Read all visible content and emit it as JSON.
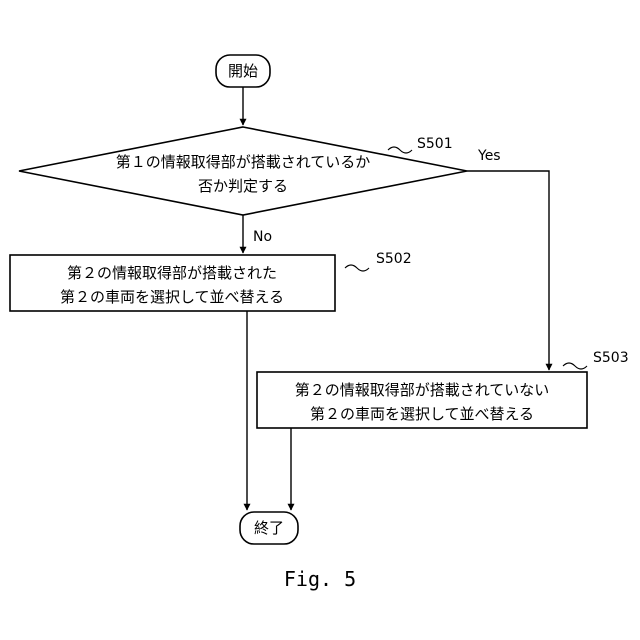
{
  "flowchart": {
    "start": "開始",
    "decision": {
      "line1": "第１の情報取得部が搭載されているか",
      "line2": "否か判定する",
      "ref": "S501"
    },
    "yes_label": "Yes",
    "no_label": "No",
    "step_no": {
      "line1": "第２の情報取得部が搭載された",
      "line2": "第２の車両を選択して並べ替える",
      "ref": "S502"
    },
    "step_yes": {
      "line1": "第２の情報取得部が搭載されていない",
      "line2": "第２の車両を選択して並べ替える",
      "ref": "S503"
    },
    "end": "終了"
  },
  "caption": "Fig. 5",
  "colors": {
    "stroke": "#000000",
    "background": "#ffffff"
  }
}
